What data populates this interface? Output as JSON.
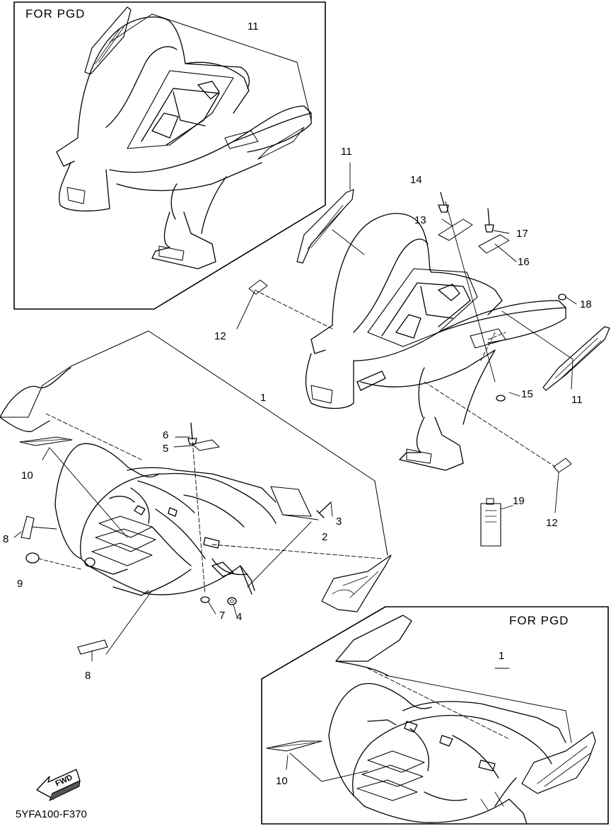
{
  "box_top_left": {
    "title": "FOR  PGD"
  },
  "box_bottom_right": {
    "title": "FOR  PGD"
  },
  "drawing_code": "5YFA100-F370",
  "fwd_label": "FWD",
  "callouts": {
    "c1_main": "1",
    "c2": "2",
    "c3": "3",
    "c4": "4",
    "c5": "5",
    "c6": "6",
    "c7": "7",
    "c8_left": "8",
    "c8_bottom": "8",
    "c9": "9",
    "c10_main": "10",
    "c11_box": "11",
    "c11_top": "11",
    "c11_right": "11",
    "c12_left": "12",
    "c12_right": "12",
    "c13": "13",
    "c14": "14",
    "c15": "15",
    "c16": "16",
    "c17": "17",
    "c18": "18",
    "c19": "19",
    "c1_box": "1",
    "c10_box": "10"
  },
  "colors": {
    "line": "#000000",
    "background": "#ffffff",
    "shade": "#555555"
  }
}
